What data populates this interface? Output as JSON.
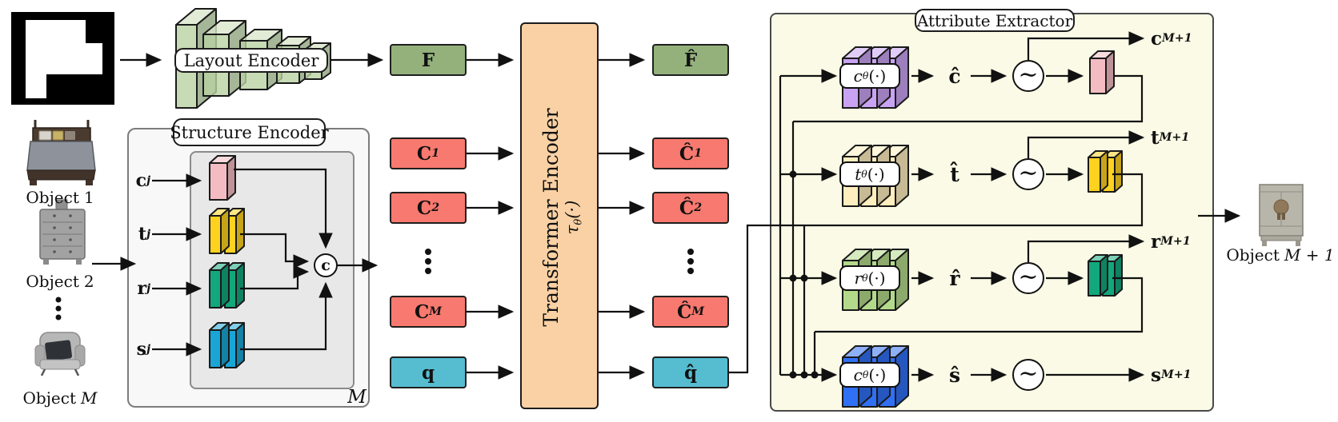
{
  "pills": {
    "layout": "Layout Encoder",
    "structure": "Structure Encoder",
    "attribute": "Attribute Extractor"
  },
  "transformer": {
    "title": "Transformer Encoder",
    "fn": {
      "base": "τ",
      "sub": "θ",
      "args": "(·)"
    }
  },
  "left": {
    "objects": [
      {
        "prefix": "Object",
        "index": "1"
      },
      {
        "prefix": "Object",
        "index": "2"
      },
      {
        "prefix": "Object",
        "index": "M"
      }
    ],
    "result_object": {
      "prefix": "Object",
      "index": "M + 1"
    }
  },
  "structure": {
    "inputs": [
      {
        "base": "c",
        "sub": "j"
      },
      {
        "base": "t",
        "sub": "j"
      },
      {
        "base": "r",
        "sub": "j"
      },
      {
        "base": "s",
        "sub": "j"
      }
    ],
    "concat": "c",
    "count_label": "M"
  },
  "tokens": {
    "inputs": [
      {
        "base": "F",
        "sub": ""
      },
      {
        "base": "C",
        "sub": "1"
      },
      {
        "base": "C",
        "sub": "2"
      },
      {
        "base": "C",
        "sub": "M"
      },
      {
        "base": "q",
        "sub": ""
      }
    ],
    "outputs": [
      {
        "base": "F̂",
        "sub": ""
      },
      {
        "base": "Ĉ",
        "sub": "1"
      },
      {
        "base": "Ĉ",
        "sub": "2"
      },
      {
        "base": "Ĉ",
        "sub": "M"
      },
      {
        "base": "q̂",
        "sub": ""
      }
    ]
  },
  "extractor": {
    "sampler": "∼",
    "rows": [
      {
        "mlp": {
          "base": "c",
          "sub": "θ",
          "args": "(·)"
        },
        "pred": "ĉ",
        "out": {
          "base": "c",
          "sub": "M+1"
        }
      },
      {
        "mlp": {
          "base": "t",
          "sub": "θ",
          "args": "(·)"
        },
        "pred": "t̂",
        "out": {
          "base": "t",
          "sub": "M+1"
        }
      },
      {
        "mlp": {
          "base": "r",
          "sub": "θ",
          "args": "(·)"
        },
        "pred": "r̂",
        "out": {
          "base": "r",
          "sub": "M+1"
        }
      },
      {
        "mlp": {
          "base": "c",
          "sub": "θ",
          "args": "(·)"
        },
        "pred": "ŝ",
        "out": {
          "base": "s",
          "sub": "M+1"
        }
      }
    ]
  },
  "colors": {
    "green_box": "#94b17c",
    "red_box": "#f8796f",
    "cyan_box": "#56bdd1",
    "orange": "#fad1a4",
    "extractor_bg": "#fafae6",
    "pink": "#f3bcc2",
    "yellow": "#ffd21f",
    "teal": "#12a77c",
    "cyan_book": "#19a6d6",
    "purple": "#c9a3f3",
    "pale_yellow": "#ffeebe",
    "light_green": "#b3da8a",
    "blue": "#2f70f4",
    "layout_green": "#b9d2a2"
  }
}
